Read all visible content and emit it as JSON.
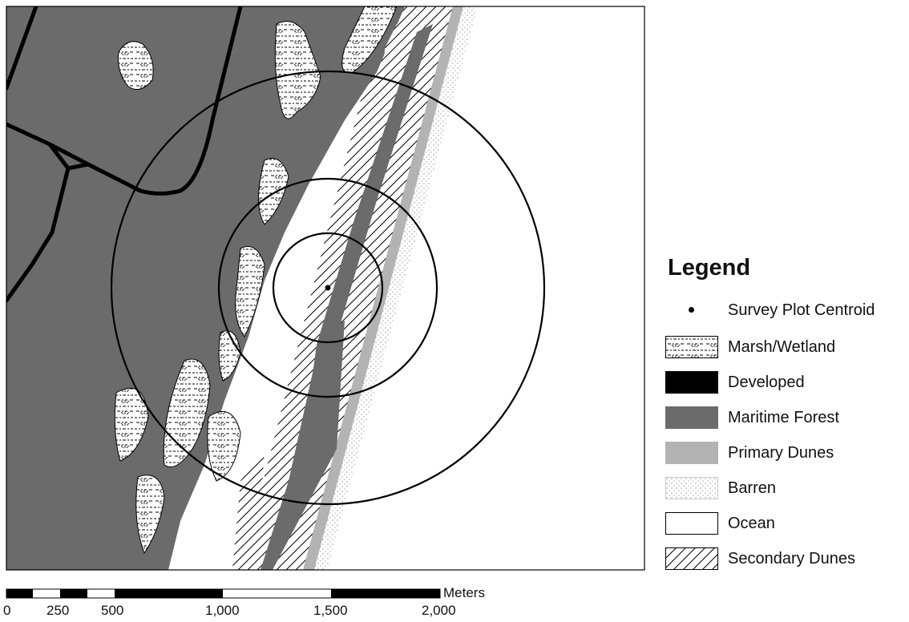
{
  "legend": {
    "title": "Legend",
    "items": [
      {
        "key": "centroid",
        "label": "Survey Plot Centroid"
      },
      {
        "key": "marsh",
        "label": "Marsh/Wetland"
      },
      {
        "key": "developed",
        "label": "Developed"
      },
      {
        "key": "forest",
        "label": "Maritime Forest"
      },
      {
        "key": "primary",
        "label": "Primary Dunes"
      },
      {
        "key": "barren",
        "label": "Barren"
      },
      {
        "key": "ocean",
        "label": "Ocean"
      },
      {
        "key": "secondary",
        "label": "Secondary Dunes"
      }
    ]
  },
  "colors": {
    "forest": "#6b6b6b",
    "primary": "#b3b3b3",
    "developed": "#000000",
    "ocean": "#ffffff",
    "marsh": "#ffffff",
    "barren": "#f2f2f2"
  },
  "scale_bar": {
    "unit": "Meters",
    "ticks": [
      "0",
      "250",
      "500",
      "1,000",
      "1,500",
      "2,000"
    ]
  }
}
